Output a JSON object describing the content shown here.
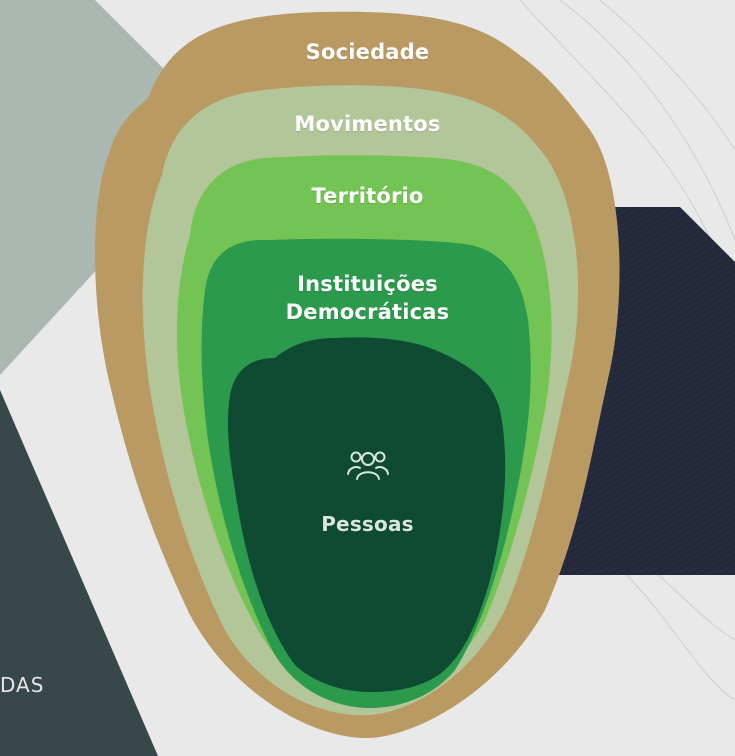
{
  "layers": {
    "sociedade": "Sociedade",
    "movimentos": "Movimentos",
    "territorio": "Território",
    "instituicoes_line1": "Instituições",
    "instituicoes_line2": "Democráticas",
    "pessoas": "Pessoas"
  },
  "side_text": "DAS",
  "icons": {
    "people": "people-group-icon"
  },
  "colors": {
    "background": "#e9e9e9",
    "left_panel_top": "#aab8b1",
    "left_panel_bottom": "#37474a",
    "right_panel": "#23283a",
    "sociedade": "#b99a63",
    "movimentos": "#b3c69a",
    "territorio": "#74c455",
    "instituicoes": "#2c9a4c",
    "pessoas": "#0f4a33"
  }
}
